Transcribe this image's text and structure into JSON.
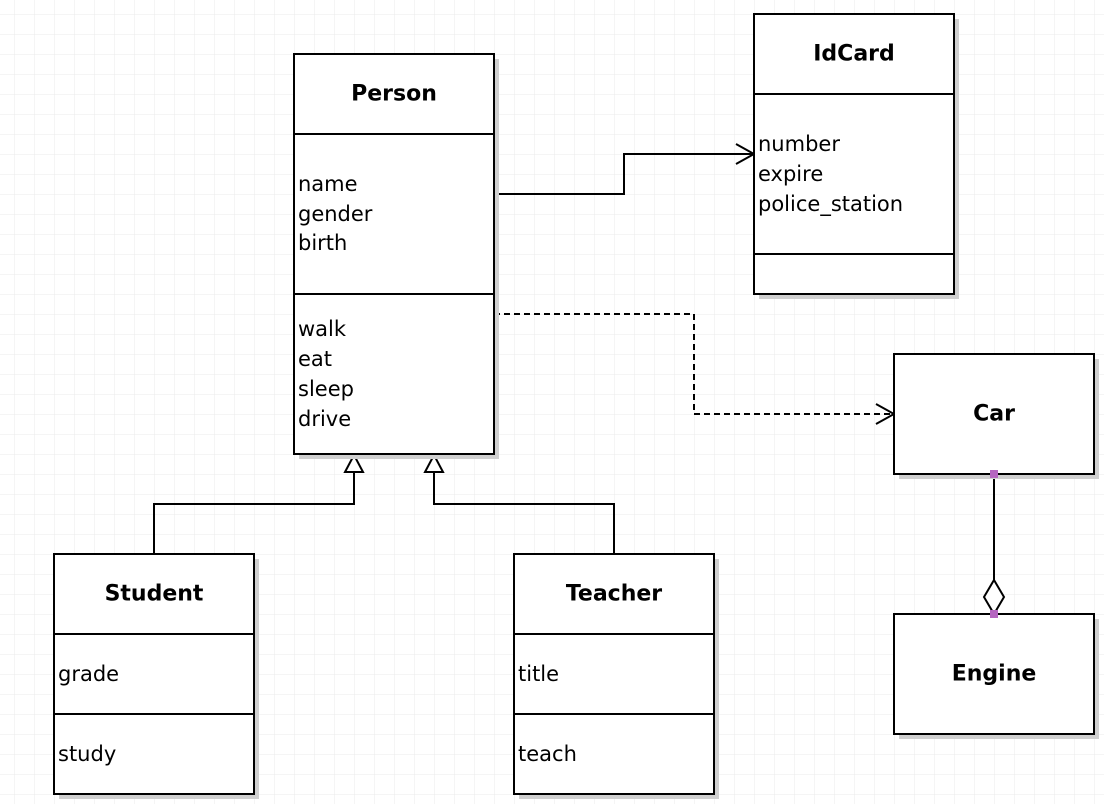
{
  "colors": {
    "grid": "#ebebeb",
    "handle": "#b565c0",
    "shadow": "#d0d0d0"
  },
  "classes": {
    "person": {
      "name": "Person",
      "attributes": [
        "name",
        "gender",
        "birth"
      ],
      "methods": [
        "walk",
        "eat",
        "sleep",
        "drive"
      ]
    },
    "idcard": {
      "name": "IdCard",
      "attributes": [
        "number",
        "expire",
        "police_station"
      ],
      "methods": []
    },
    "car": {
      "name": "Car"
    },
    "engine": {
      "name": "Engine"
    },
    "student": {
      "name": "Student",
      "attributes": [
        "grade"
      ],
      "methods": [
        "study"
      ]
    },
    "teacher": {
      "name": "Teacher",
      "attributes": [
        "title"
      ],
      "methods": [
        "teach"
      ]
    }
  },
  "relations": [
    {
      "type": "association",
      "from": "Person",
      "to": "IdCard"
    },
    {
      "type": "dependency",
      "from": "Person",
      "to": "Car"
    },
    {
      "type": "generalization",
      "from": "Student",
      "to": "Person"
    },
    {
      "type": "generalization",
      "from": "Teacher",
      "to": "Person"
    },
    {
      "type": "aggregation",
      "from": "Car",
      "to": "Engine"
    }
  ]
}
